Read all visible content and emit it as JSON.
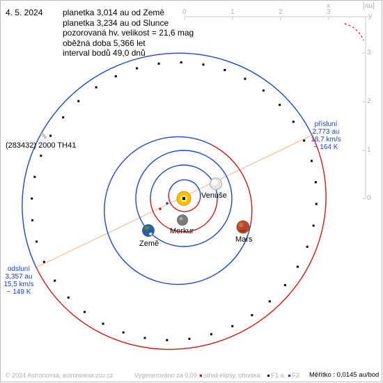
{
  "header": {
    "date": "4. 5. 2024",
    "lines": [
      "planetka 3,014 au od Země",
      "planetka 3,234 au od Slunce",
      "pozorovaná hv. velikost = 21,6 mag",
      "oběžná doba 5,366 let",
      "interval bodů 49,0 dnů"
    ]
  },
  "asteroid_label": "(283432) 2000 TH41",
  "planets": {
    "venus": "Venuše",
    "mercury": "Merkur",
    "earth": "Země",
    "mars": "Mars"
  },
  "perihelion": {
    "title": "přísluní",
    "dist": "2,773 au",
    "speed": "18,7 km/s",
    "temp": "~ 164 K"
  },
  "aphelion": {
    "title": "odsluní",
    "dist": "3,357 au",
    "speed": "15,5 km/s",
    "temp": "~ 149 K"
  },
  "axis": {
    "unit": "[au]",
    "top_ticks": [
      "0",
      "1",
      "2",
      "3"
    ],
    "top_x": "x",
    "right_ticks": [
      "3",
      "2",
      "1",
      "0"
    ],
    "right_y": "y"
  },
  "footer": {
    "copyright": "© 2024 Astronomia, astronomia.zcu.cz",
    "generated": "Vygenerováno za 0,09 s",
    "legend_center": "střed elipsy, ohniska",
    "legend_f1": "F1",
    "legend_a": "a",
    "legend_f2": "F2",
    "scale": "Měřítko : 0,0145 au/bod"
  },
  "colors": {
    "orbit_above": "#2046c8",
    "orbit_below": "#d01818",
    "apsis_line": "#f4b48a",
    "label_blue": "#1a3fd6"
  }
}
